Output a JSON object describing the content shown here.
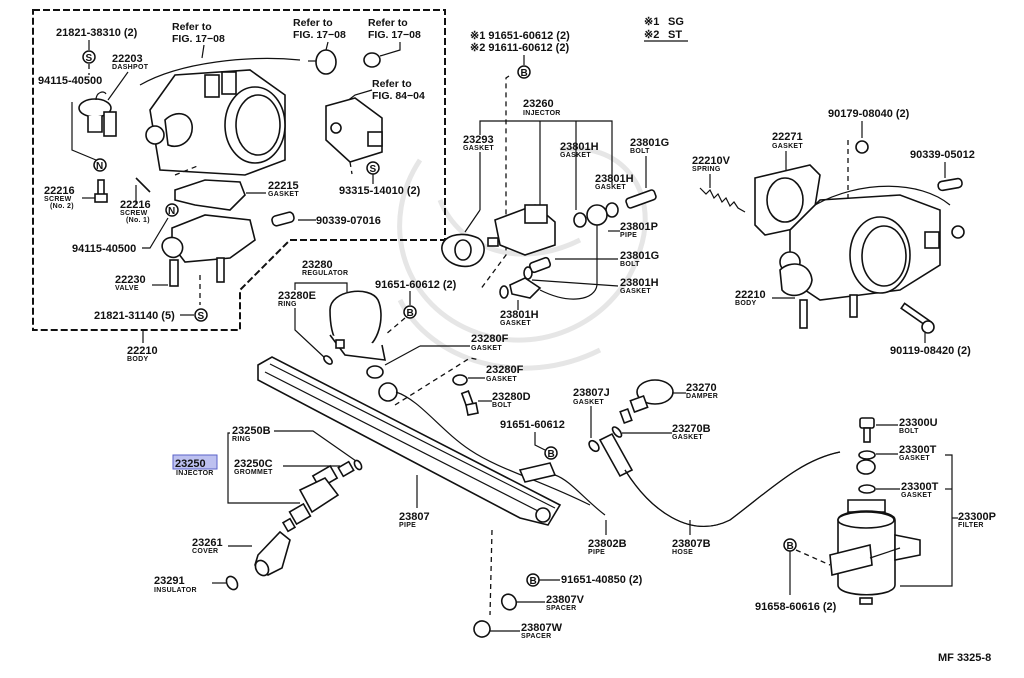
{
  "diagram": {
    "type": "parts-exploded-view",
    "figure_code": "MF 3325-8",
    "highlight_color": "#9aa0e8",
    "legend": [
      {
        "mark": "※1",
        "code": "SG"
      },
      {
        "mark": "※2",
        "code": "ST"
      }
    ],
    "references": {
      "r1": "Refer to",
      "r1b": "FIG. 17−08",
      "r2": "Refer to",
      "r2b": "FIG. 17−08",
      "r3": "Refer to",
      "r3b": "FIG. 17−08",
      "r4": "Refer to",
      "r4b": "FIG. 84−04"
    },
    "symbols": {
      "S": "S",
      "N": "N",
      "B": "B"
    },
    "parts": {
      "p21821_38310": {
        "number": "21821-38310 (2)",
        "name": ""
      },
      "p22203": {
        "number": "22203",
        "name": "DASHPOT"
      },
      "p94115_40500a": {
        "number": "94115-40500",
        "name": ""
      },
      "p22216a": {
        "number": "22216",
        "name": "SCREW",
        "sub": "(No. 2)"
      },
      "p22216b": {
        "number": "22216",
        "name": "SCREW",
        "sub": "(No. 1)"
      },
      "p22215": {
        "number": "22215",
        "name": "GASKET"
      },
      "p93315": {
        "number": "93315-14010 (2)",
        "name": ""
      },
      "p90339_07016": {
        "number": "90339-07016",
        "name": ""
      },
      "p94115_40500b": {
        "number": "94115-40500",
        "name": ""
      },
      "p22230": {
        "number": "22230",
        "name": "VALVE"
      },
      "p21821_31140": {
        "number": "21821-31140 (5)",
        "name": ""
      },
      "p22210a": {
        "number": "22210",
        "name": "BODY"
      },
      "p91651_60612_top1": {
        "number": "※1 91651-60612 (2)",
        "name": ""
      },
      "p91611_60612_top2": {
        "number": "※2 91611-60612 (2)",
        "name": ""
      },
      "p23260": {
        "number": "23260",
        "name": "INJECTOR"
      },
      "p23293": {
        "number": "23293",
        "name": "GASKET"
      },
      "p23801H_a": {
        "number": "23801H",
        "name": "GASKET"
      },
      "p23801G_a": {
        "number": "23801G",
        "name": "BOLT"
      },
      "p23801H_b": {
        "number": "23801H",
        "name": "GASKET"
      },
      "p23801P": {
        "number": "23801P",
        "name": "PIPE"
      },
      "p23801G_b": {
        "number": "23801G",
        "name": "BOLT"
      },
      "p23801H_c": {
        "number": "23801H",
        "name": "GASKET"
      },
      "p23801H_d": {
        "number": "23801H",
        "name": "GASKET"
      },
      "p23280": {
        "number": "23280",
        "name": "REGULATOR"
      },
      "p23280E": {
        "number": "23280E",
        "name": "RING"
      },
      "p91651_60612_reg": {
        "number": "91651-60612 (2)",
        "name": ""
      },
      "p23280F_a": {
        "number": "23280F",
        "name": "GASKET"
      },
      "p23280F_b": {
        "number": "23280F",
        "name": "GASKET"
      },
      "p23280D": {
        "number": "23280D",
        "name": "BOLT"
      },
      "p91651_60612_mid": {
        "number": "91651-60612",
        "name": ""
      },
      "p23807J": {
        "number": "23807J",
        "name": "GASKET"
      },
      "p23270": {
        "number": "23270",
        "name": "DAMPER"
      },
      "p23270B": {
        "number": "23270B",
        "name": "GASKET"
      },
      "p90179": {
        "number": "90179-08040 (2)",
        "name": ""
      },
      "p22271": {
        "number": "22271",
        "name": "GASKET"
      },
      "p22210V": {
        "number": "22210V",
        "name": "SPRING"
      },
      "p90339_05012": {
        "number": "90339-05012",
        "name": ""
      },
      "p22210b": {
        "number": "22210",
        "name": "BODY"
      },
      "p90119": {
        "number": "90119-08420 (2)",
        "name": ""
      },
      "p23250B": {
        "number": "23250B",
        "name": "RING"
      },
      "p23250": {
        "number": "23250",
        "name": "INJECTOR"
      },
      "p23250C": {
        "number": "23250C",
        "name": "GROMMET"
      },
      "p23807": {
        "number": "23807",
        "name": "PIPE"
      },
      "p23802B": {
        "number": "23802B",
        "name": "PIPE"
      },
      "p23807B": {
        "number": "23807B",
        "name": "HOSE"
      },
      "p23261": {
        "number": "23261",
        "name": "COVER"
      },
      "p23291": {
        "number": "23291",
        "name": "INSULATOR"
      },
      "p91651_40850": {
        "number": "91651-40850 (2)",
        "name": ""
      },
      "p23807V": {
        "number": "23807V",
        "name": "SPACER"
      },
      "p23807W": {
        "number": "23807W",
        "name": "SPACER"
      },
      "p23300U": {
        "number": "23300U",
        "name": "BOLT"
      },
      "p23300T_a": {
        "number": "23300T",
        "name": "GASKET"
      },
      "p23300T_b": {
        "number": "23300T",
        "name": "GASKET"
      },
      "p23300P": {
        "number": "23300P",
        "name": "FILTER"
      },
      "p91658": {
        "number": "91658-60616 (2)",
        "name": ""
      }
    }
  }
}
